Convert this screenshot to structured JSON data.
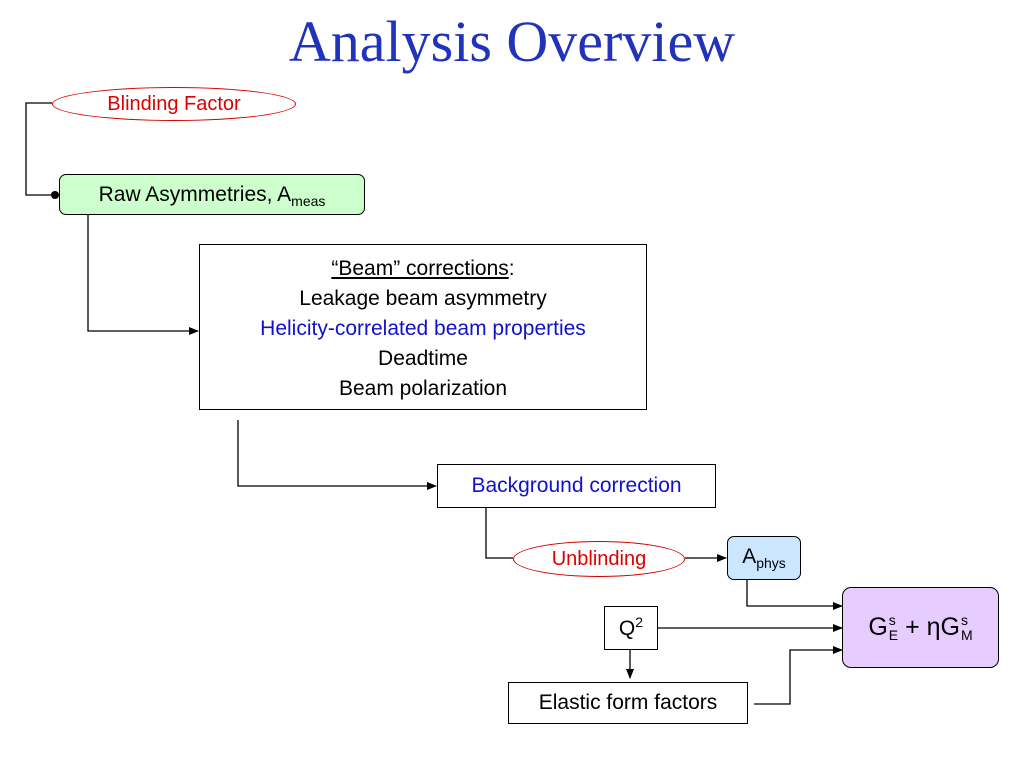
{
  "title": "Analysis Overview",
  "blinding_factor": "Blinding Factor",
  "raw_asym": {
    "text": "Raw Asymmetries, A",
    "sub": "meas"
  },
  "beam": {
    "heading": "“Beam” corrections",
    "colon": ":",
    "items": [
      "Leakage beam asymmetry",
      "Helicity-correlated beam properties",
      "Deadtime",
      "Beam polarization"
    ]
  },
  "background": "Background correction",
  "unblinding": "Unblinding",
  "aphys": {
    "text": "A",
    "sub": "phys"
  },
  "q2": {
    "text": "Q",
    "sup": "2"
  },
  "form_factors": "Elastic form factors",
  "result": {
    "g1": "G",
    "g1_sup": "s",
    "g1_sub": "E",
    "plus": "+ η",
    "g2": "G",
    "g2_sup": "s",
    "g2_sub": "M"
  },
  "colors": {
    "title": "#2233bb",
    "red": "#dd0000",
    "blue": "#1111cc",
    "green_box": "#ccffcc",
    "aphys_box": "#cce6ff",
    "result_box": "#e6ccff"
  }
}
